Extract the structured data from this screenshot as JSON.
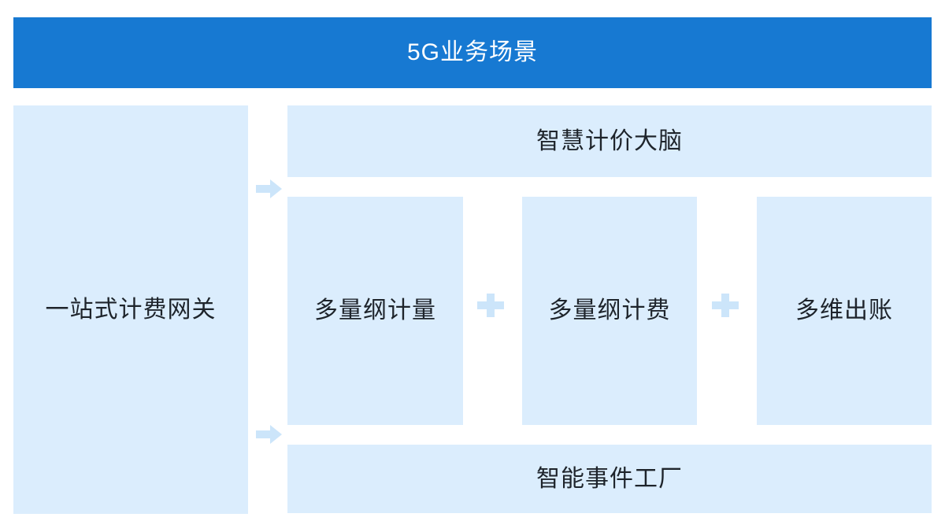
{
  "header": {
    "title": "5G业务场景"
  },
  "left_panel": {
    "label": "一站式计费网关"
  },
  "right_panel": {
    "top_box": {
      "label": "智慧计价大脑"
    },
    "middle_row": {
      "boxes": [
        {
          "label": "多量纲计量"
        },
        {
          "label": "多量纲计费"
        },
        {
          "label": "多维出账"
        }
      ],
      "separator_icon": "plus-icon"
    },
    "bottom_box": {
      "label": "智能事件工厂"
    }
  },
  "icons": {
    "flow_arrow": "arrow-right-icon",
    "combine": "plus-icon"
  },
  "colors": {
    "header_bg": "#1779D2",
    "header_text": "#FFFFFF",
    "box_bg": "#DBEDFD",
    "accent_light": "#CCE5FA",
    "text_dark": "#1E242B",
    "page_bg": "#FFFFFF"
  }
}
